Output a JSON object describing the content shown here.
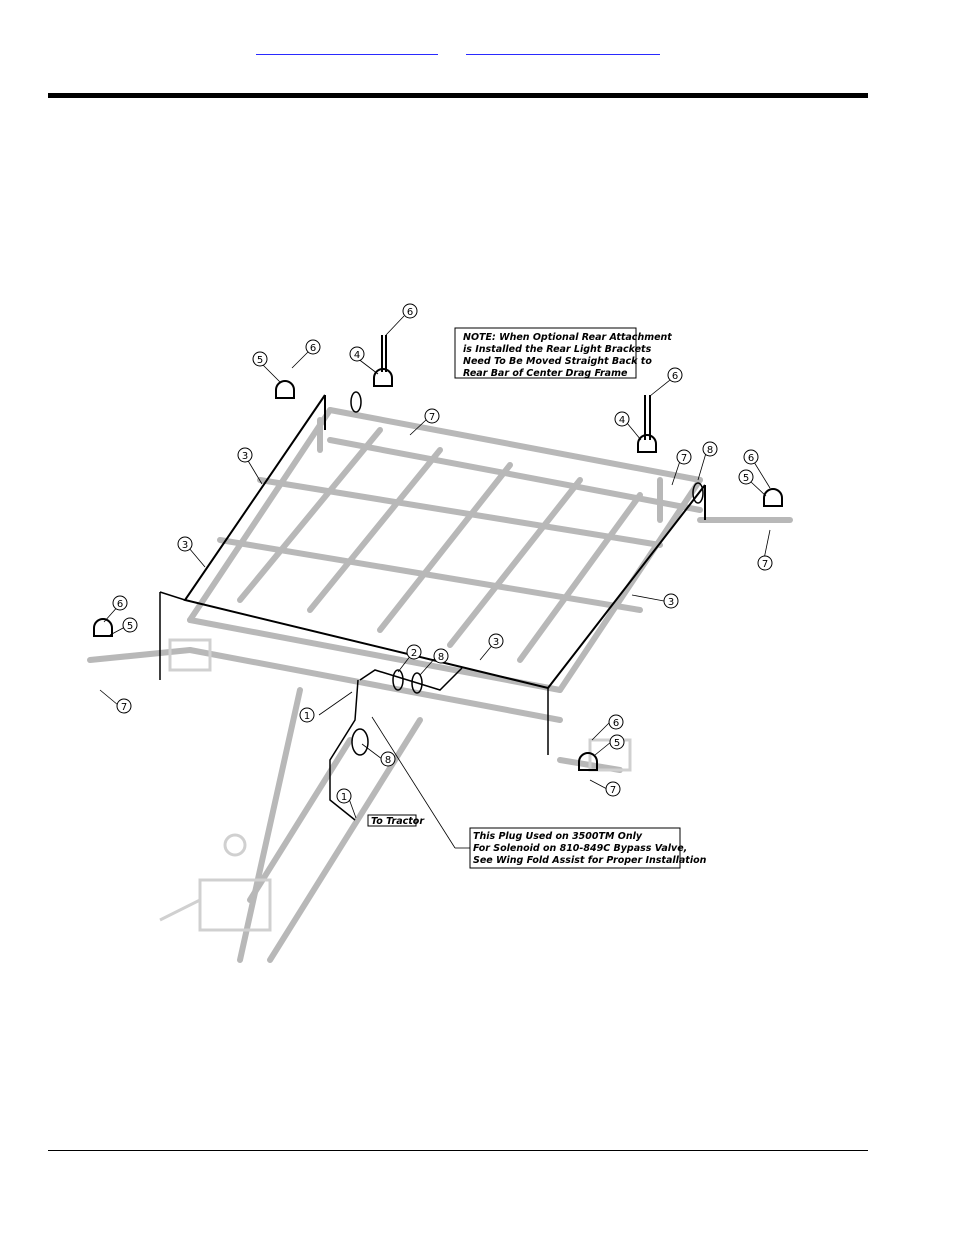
{
  "header": {
    "links": [
      "",
      ""
    ]
  },
  "diagram": {
    "note_top": [
      "NOTE: When Optional Rear Attachment",
      "is Installed the Rear Light Brackets",
      "Need To Be Moved Straight Back to",
      "Rear Bar of Center Drag Frame"
    ],
    "note_bottom": [
      "This Plug Used on 3500TM Only",
      "For Solenoid on 810-849C Bypass Valve,",
      "See Wing Fold Assist for Proper Installation"
    ],
    "to_tractor": "To Tractor",
    "callouts": [
      {
        "n": "6"
      },
      {
        "n": "4"
      },
      {
        "n": "5"
      },
      {
        "n": "6"
      },
      {
        "n": "6"
      },
      {
        "n": "4"
      },
      {
        "n": "7"
      },
      {
        "n": "3"
      },
      {
        "n": "3"
      },
      {
        "n": "7"
      },
      {
        "n": "8"
      },
      {
        "n": "6"
      },
      {
        "n": "5"
      },
      {
        "n": "7"
      },
      {
        "n": "3"
      },
      {
        "n": "6"
      },
      {
        "n": "5"
      },
      {
        "n": "7"
      },
      {
        "n": "2"
      },
      {
        "n": "8"
      },
      {
        "n": "3"
      },
      {
        "n": "1"
      },
      {
        "n": "8"
      },
      {
        "n": "1"
      },
      {
        "n": "6"
      },
      {
        "n": "5"
      },
      {
        "n": "7"
      }
    ]
  }
}
